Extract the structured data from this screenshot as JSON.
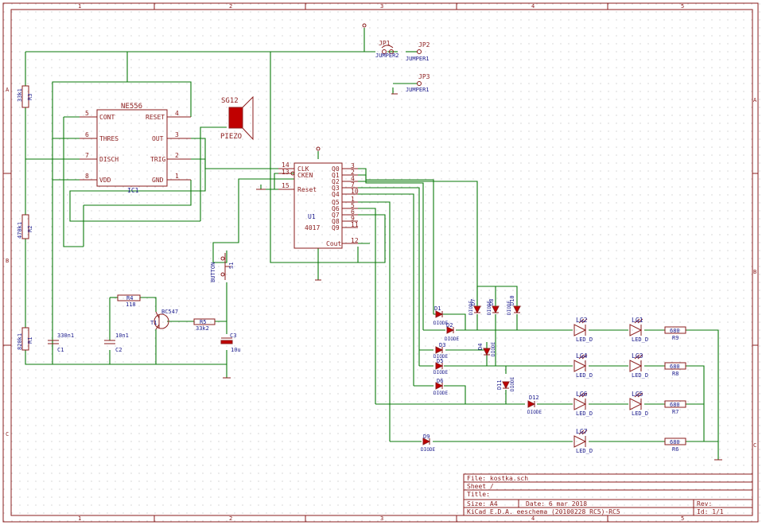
{
  "title_block": {
    "file": "File: kostka.sch",
    "sheet": "Sheet  /",
    "title": "Title:",
    "size": "Size: A4",
    "date": "Date: 6 mar 2018",
    "rev": "Rev:",
    "tool": "KiCad E.D.A.  eeschema (20100228 RC5)-RC5",
    "id": "Id: 1/1"
  },
  "border": {
    "columns": [
      "1",
      "2",
      "3",
      "4",
      "5"
    ],
    "rows": [
      "A",
      "B",
      "C"
    ]
  },
  "components": {
    "ic1": {
      "ref": "IC1",
      "name": "NE556",
      "pins_left": [
        {
          "n": "5",
          "name": "CONT"
        },
        {
          "n": "6",
          "name": "THRES"
        },
        {
          "n": "7",
          "name": "DISCH"
        },
        {
          "n": "8",
          "name": "VDD"
        }
      ],
      "pins_right": [
        {
          "n": "4",
          "name": "RESET"
        },
        {
          "n": "3",
          "name": "OUT"
        },
        {
          "n": "2",
          "name": "TRIG"
        },
        {
          "n": "1",
          "name": "GND"
        }
      ]
    },
    "u1": {
      "ref": "U1",
      "name": "4017",
      "pins_left": [
        {
          "n": "14",
          "name": "CLK"
        },
        {
          "n": "13",
          "name": "CKEN"
        },
        {
          "n": "15",
          "name": "Reset"
        }
      ],
      "pins_right": [
        {
          "n": "3",
          "name": "Q0"
        },
        {
          "n": "2",
          "name": "Q1"
        },
        {
          "n": "4",
          "name": "Q2"
        },
        {
          "n": "7",
          "name": "Q3"
        },
        {
          "n": "10",
          "name": "Q4"
        },
        {
          "n": "1",
          "name": "Q5"
        },
        {
          "n": "5",
          "name": "Q6"
        },
        {
          "n": "6",
          "name": "Q7"
        },
        {
          "n": "9",
          "name": "Q8"
        },
        {
          "n": "11",
          "name": "Q9"
        },
        {
          "n": "12",
          "name": "Cout"
        }
      ]
    },
    "sg12": {
      "ref": "SG12",
      "value": "PIEZO"
    },
    "r_left": [
      {
        "ref": "R3",
        "value": "33k1"
      },
      {
        "ref": "R2",
        "value": "470k1"
      },
      {
        "ref": "R1",
        "value": "820k1"
      }
    ],
    "c1": {
      "ref": "C1",
      "value": "330n1"
    },
    "c2": {
      "ref": "C2",
      "value": "10n1"
    },
    "c3": {
      "ref": "C3",
      "value": "10u"
    },
    "r4": {
      "ref": "R4",
      "value": "118"
    },
    "r5": {
      "ref": "R5",
      "value": "33k2"
    },
    "t1": {
      "ref": "T1",
      "value": "BC547"
    },
    "s1": {
      "ref": "S1",
      "value": "BUTTON"
    },
    "jp1": {
      "ref": "JP1",
      "value": "JUMPER2"
    },
    "jp2": {
      "ref": "JP2",
      "value": "JUMPER1"
    },
    "jp3": {
      "ref": "JP3",
      "value": "JUMPER1"
    },
    "leds": [
      {
        "ref": "LG2",
        "value": "LED_D"
      },
      {
        "ref": "LG1",
        "value": "LED_D"
      },
      {
        "ref": "LG4",
        "value": "LED_D"
      },
      {
        "ref": "LG3",
        "value": "LED_D"
      },
      {
        "ref": "LG6",
        "value": "LED_D"
      },
      {
        "ref": "LG5",
        "value": "LED_D"
      },
      {
        "ref": "LG7",
        "value": "LED_D"
      }
    ],
    "led_resistors": [
      {
        "ref": "R9",
        "value": "680"
      },
      {
        "ref": "R8",
        "value": "680"
      },
      {
        "ref": "R7",
        "value": "680"
      },
      {
        "ref": "R6",
        "value": "680"
      }
    ],
    "diodes": [
      {
        "ref": "D1",
        "value": "DIODE"
      },
      {
        "ref": "D2",
        "value": "DIODE"
      },
      {
        "ref": "D3",
        "value": "DIODE"
      },
      {
        "ref": "D4",
        "value": "DIODE"
      },
      {
        "ref": "D5",
        "value": "DIODE"
      },
      {
        "ref": "D6",
        "value": "DIODE"
      },
      {
        "ref": "D7",
        "value": "DIODE"
      },
      {
        "ref": "D8",
        "value": "DIODE"
      },
      {
        "ref": "D9",
        "value": "DIODE"
      },
      {
        "ref": "D10",
        "value": "DIODE"
      },
      {
        "ref": "D11",
        "value": "DIODE"
      },
      {
        "ref": "D12",
        "value": "DIODE"
      }
    ]
  },
  "colors": {
    "wire": "#0a7a0a",
    "component": "#8b1c1c",
    "label": "#1a1a8c",
    "fill": "#c00000"
  }
}
